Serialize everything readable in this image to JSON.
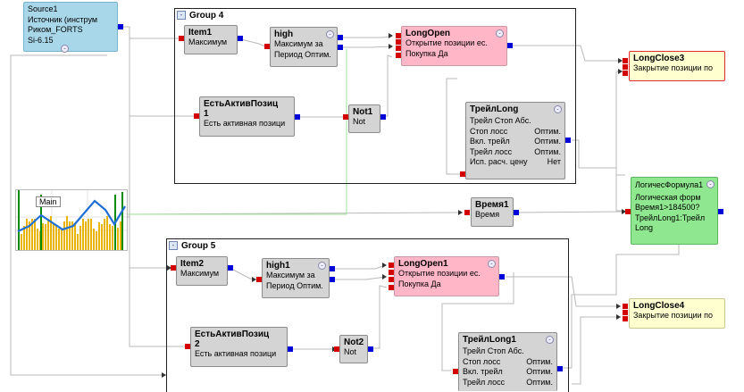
{
  "groups": {
    "g4": {
      "title": "Group 4",
      "collapse": "-"
    },
    "g5": {
      "title": "Group 5",
      "collapse": "-"
    }
  },
  "nodes": {
    "source1": {
      "title": "Source1",
      "lines": [
        "Источник (инструм",
        "Риком_FORTS",
        "Si-6.15"
      ]
    },
    "item1": {
      "title": "Item1",
      "lines": [
        "Максимум"
      ]
    },
    "high": {
      "title": "high",
      "lines": [
        "Максимум за",
        "Период Оптим."
      ]
    },
    "longopen": {
      "title": "LongOpen",
      "lines": [
        "Открытие позиции ес.",
        "Покупка   Да"
      ]
    },
    "longclose3": {
      "title": "LongClose3",
      "lines": [
        "Закрытие позиции по"
      ]
    },
    "active1": {
      "title": "ЕстьАктивПозиц",
      "title2": "1",
      "lines": [
        "Есть активная позици"
      ]
    },
    "not1": {
      "title": "Not1",
      "lines": [
        "Not"
      ]
    },
    "trail": {
      "title": "ТрейлLong",
      "subtitle": "Трейл Стоп Абс.",
      "rows": [
        [
          "Стоп лосс",
          "Оптим."
        ],
        [
          "Вкл. трейл",
          "Оптим."
        ],
        [
          "Трейл лосс",
          "Оптим."
        ],
        [
          "Исп. расч. цену",
          "Нет"
        ]
      ]
    },
    "main": {
      "label": "Main"
    },
    "time1": {
      "title": "Время1",
      "lines": [
        "Время"
      ]
    },
    "logic": {
      "title": "ЛогичесФормула1",
      "lines": [
        "Логическая форм",
        "Время1>184500?",
        "ТрейлLong1:Трейл",
        "Long"
      ]
    },
    "item2": {
      "title": "Item2",
      "lines": [
        "Максимум"
      ]
    },
    "high1": {
      "title": "high1",
      "lines": [
        "Максимум за",
        "Период Оптим."
      ]
    },
    "longopen1": {
      "title": "LongOpen1",
      "lines": [
        "Открытие позиции ес.",
        "Покупка   Да"
      ]
    },
    "longclose4": {
      "title": "LongClose4",
      "lines": [
        "Закрытие позиции по"
      ]
    },
    "active2": {
      "title": "ЕстьАктивПозиц",
      "title2": "2",
      "lines": [
        "Есть активная позици"
      ]
    },
    "not2": {
      "title": "Not2",
      "lines": [
        "Not"
      ]
    },
    "trail1": {
      "title": "ТрейлLong1",
      "subtitle": "Трейл Стоп Абс.",
      "rows": [
        [
          "Стоп лосс",
          "Оптим."
        ],
        [
          "Вкл. трейл",
          "Оптим."
        ],
        [
          "Трейл лосс",
          "Оптим."
        ]
      ]
    }
  },
  "colors": {
    "pin_in": "#d40000",
    "pin_out": "#0000d8",
    "wire": "#b8b8b8",
    "wire_green": "#9fe09f",
    "chart_line": "#1f6fd6",
    "chart_bars": "#e8b400",
    "chart_green": "#0a8a0a"
  }
}
